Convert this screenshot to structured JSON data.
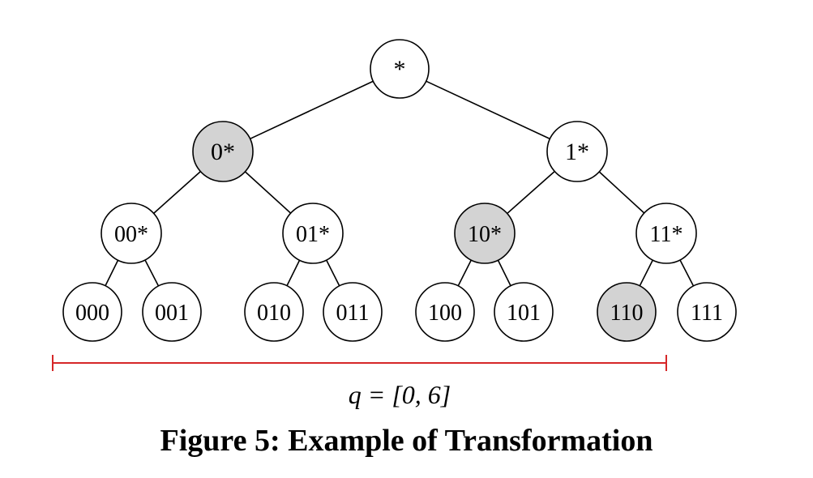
{
  "colors": {
    "highlight_fill": "#d3d3d3",
    "node_fill": "#ffffff",
    "stroke": "#000000",
    "range_line": "#d62728"
  },
  "nodes": [
    {
      "id": "root",
      "label": "*",
      "highlighted": false
    },
    {
      "id": "n0",
      "label": "0*",
      "highlighted": true
    },
    {
      "id": "n1",
      "label": "1*",
      "highlighted": false
    },
    {
      "id": "n00",
      "label": "00*",
      "highlighted": false
    },
    {
      "id": "n01",
      "label": "01*",
      "highlighted": false
    },
    {
      "id": "n10",
      "label": "10*",
      "highlighted": true
    },
    {
      "id": "n11",
      "label": "11*",
      "highlighted": false
    },
    {
      "id": "n000",
      "label": "000",
      "highlighted": false
    },
    {
      "id": "n001",
      "label": "001",
      "highlighted": false
    },
    {
      "id": "n010",
      "label": "010",
      "highlighted": false
    },
    {
      "id": "n011",
      "label": "011",
      "highlighted": false
    },
    {
      "id": "n100",
      "label": "100",
      "highlighted": false
    },
    {
      "id": "n101",
      "label": "101",
      "highlighted": false
    },
    {
      "id": "n110",
      "label": "110",
      "highlighted": true
    },
    {
      "id": "n111",
      "label": "111",
      "highlighted": false
    }
  ],
  "edges": [
    [
      "root",
      "n0"
    ],
    [
      "root",
      "n1"
    ],
    [
      "n0",
      "n00"
    ],
    [
      "n0",
      "n01"
    ],
    [
      "n1",
      "n10"
    ],
    [
      "n1",
      "n11"
    ],
    [
      "n00",
      "n000"
    ],
    [
      "n00",
      "n001"
    ],
    [
      "n01",
      "n010"
    ],
    [
      "n01",
      "n011"
    ],
    [
      "n10",
      "n100"
    ],
    [
      "n10",
      "n101"
    ],
    [
      "n11",
      "n110"
    ],
    [
      "n11",
      "n111"
    ]
  ],
  "range": {
    "label": "q = [0, 6]"
  },
  "caption": "Figure 5: Example of Transformation"
}
